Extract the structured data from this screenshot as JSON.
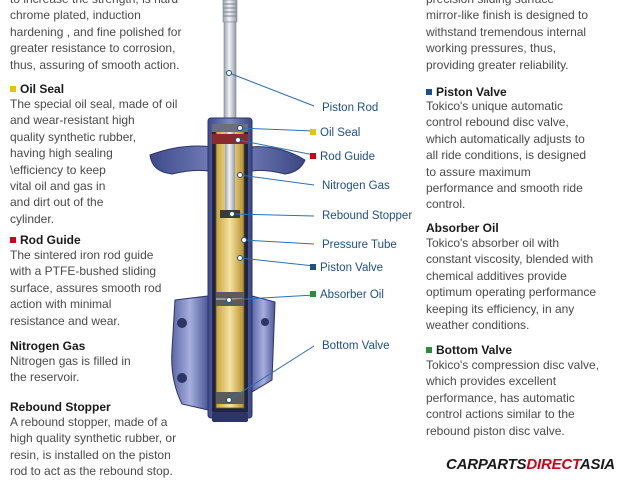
{
  "colors": {
    "yellow": "#e8c400",
    "red": "#d0021b",
    "blue": "#1f4f86",
    "green": "#2e8b3a",
    "label": "#1f4f86"
  },
  "left": {
    "intro": "to increase the strength, is hard\nchrome plated, induction\nhardening , and fine polished for\ngreater resistance to corrosion,\nthus, assuring of smooth action.",
    "oil_seal": {
      "title": "Oil Seal",
      "body": "The special oil seal, made of oil\nand wear-resistant high\nquality synthetic rubber,\nhaving high sealing\n\\efficiency to keep\nvital oil and gas in\nand dirt out of the\ncylinder."
    },
    "rod_guide": {
      "title": "Rod Guide",
      "body": "The sintered iron rod guide\nwith a PTFE-bushed sliding\nsurface, assures smooth rod\naction with minimal\nresistance and wear."
    },
    "nitrogen_gas": {
      "title": "Nitrogen Gas",
      "body": "Nitrogen gas is filled in\nthe reservoir."
    },
    "rebound_stopper": {
      "title": "Rebound Stopper",
      "body": "A rebound stopper, made of a\nhigh quality synthetic rubber, or\nresin, is installed on the piston\nrod to act as the rebound stop."
    }
  },
  "right": {
    "intro": "precision sliding surface\nmirror-like finish is designed to\nwithstand tremendous internal\nworking pressures, thus,\nproviding greater reliability.",
    "piston_valve": {
      "title": "Piston Valve",
      "body": "Tokico's unique automatic\ncontrol rebound disc valve,\nwhich automatically adjusts to\nall ride conditions, is designed\nto assure maximum\nperformance and smooth ride\ncontrol."
    },
    "absorber_oil": {
      "title": "Absorber Oil",
      "body": "Tokico's absorber oil with\nconstant viscosity, blended with\nchemical additives provide\noptimum operating performance\nkeeping its efficiency, in any\nweather conditions."
    },
    "bottom_valve": {
      "title": "Bottom Valve",
      "body": "Tokico's compression disc valve,\nwhich provides excellent\nperformance, has automatic\ncontrol actions similar to the\nrebound piston disc valve."
    }
  },
  "labels": {
    "piston_rod": "Piston Rod",
    "oil_seal": "Oil Seal",
    "rod_guide": "Rod Guide",
    "nitrogen_gas": "Nitrogen Gas",
    "rebound_stopper": "Rebound Stopper",
    "pressure_tube": "Pressure Tube",
    "piston_valve": "Piston Valve",
    "absorber_oil": "Absorber Oil",
    "bottom_valve": "Bottom Valve"
  },
  "logo": {
    "part1": "CARPARTS",
    "part2": "DIRECT",
    "part3": "ASIA"
  }
}
